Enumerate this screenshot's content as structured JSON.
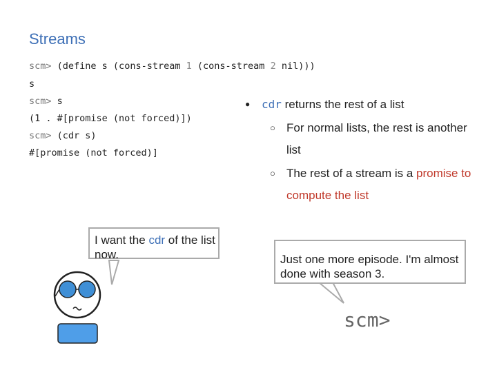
{
  "title": "Streams",
  "code": {
    "line1": {
      "prompt": "scm>",
      "pre": "(define s (cons-stream",
      "num": "1",
      "mid": "(cons-stream",
      "num2": "2",
      "post": "nil)))"
    },
    "line2": "s",
    "line3": {
      "prompt": "scm>",
      "rest": "s"
    },
    "line4": {
      "pre": "(1 . #[promise (not forced)])"
    },
    "line5": {
      "prompt": "scm>",
      "rest": "(cdr s)"
    },
    "line6": "#[promise (not forced)]"
  },
  "bullets": {
    "main": {
      "code": "cdr",
      "text": " returns the rest of a list"
    },
    "sub1": "For normal lists, the rest is another list",
    "sub2_pre": "The rest of a stream is a ",
    "sub2_red": "promise to compute the list"
  },
  "bubble_left": {
    "pre": "I want the ",
    "code": "cdr",
    "post": " of the list now."
  },
  "bubble_right": {
    "text": "Just one more episode. I'm almost done with season 3."
  },
  "scm_big": "scm>",
  "colors": {
    "title": "#3d6fb6",
    "accent_red": "#c0392b",
    "face_blue": "#3f8fd6"
  },
  "icons": [
    "cartoon-face-icon",
    "speech-bubble-icon"
  ]
}
